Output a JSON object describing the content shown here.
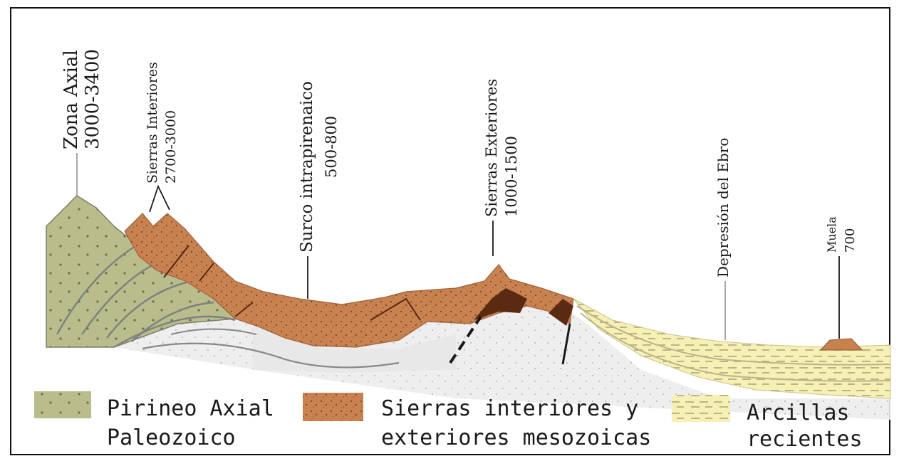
{
  "labels": {
    "zona_axial": {
      "name": "Zona Axial",
      "height": "3000-3400"
    },
    "sierras_interiores": {
      "name": "Sierras Interiores",
      "height": "2700-3000"
    },
    "surco": {
      "name": "Surco intrapirenaico",
      "height": "500-800"
    },
    "sierras_exteriores": {
      "name": "Sierras Exteriores",
      "height": "1000-1500"
    },
    "depresion": {
      "name": "Depresión del Ebro"
    },
    "muela": {
      "name": "Muela",
      "height": "700"
    }
  },
  "legend": [
    {
      "line1": "Pirineo Axial",
      "line2": "Paleozoico",
      "color": "#b9bd8c"
    },
    {
      "line1": "Sierras interiores y",
      "line2": "exteriores mesozoicas",
      "color": "#c8824f"
    },
    {
      "line1": "Arcillas",
      "line2": "recientes",
      "color": "#f6f0b4"
    }
  ],
  "colors": {
    "paleozoic": "#b9bd8c",
    "mesozoic": "#c8824f",
    "mesozoic_dark": "#5a2a12",
    "clays": "#f6f0b4",
    "basement_grey": "#d9d9d9",
    "outline": "#1a1a1a"
  }
}
